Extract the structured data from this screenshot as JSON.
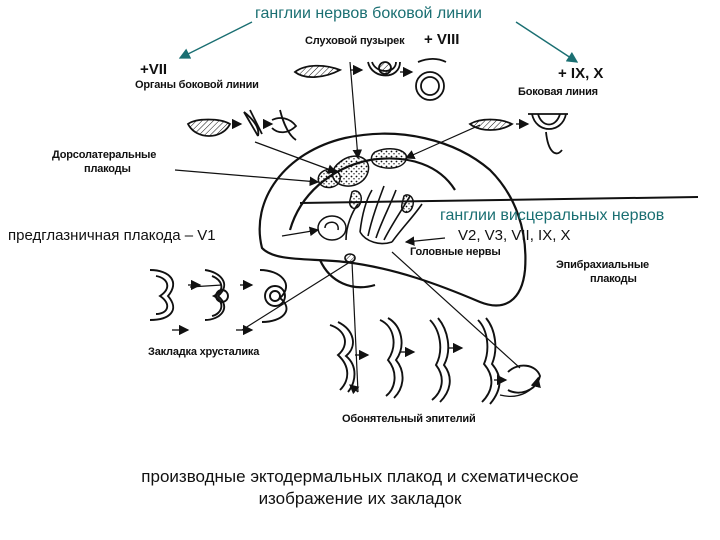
{
  "labels": {
    "top_annotation": "ганглии нервов боковой линии",
    "otic_vesicle": "Слуховой пузырек",
    "viii": "+ VIII",
    "vii": "+VII",
    "lateral_line_organs": "Органы боковой линии",
    "ix_x": "+ IX, X",
    "lateral_line": "Боковая линия",
    "dorsolateral_placodes_line1": "Дорсолатеральные",
    "dorsolateral_placodes_line2": "плакоды",
    "preocular_placode": "предглазничная плакода – V1",
    "visceral_ganglia_line1": "ганглии висцеральных нервов",
    "visceral_ganglia_line2": "V2, V3, VII, IX, X",
    "cranial_nerves": "Головные нервы",
    "epibranchial_line1": "Эпибрахиальные",
    "epibranchial_line2": "плакоды",
    "lens_placode": "Закладка хрусталика",
    "olfactory_epithelium": "Обонятельный эпителий"
  },
  "caption": {
    "line1": "производные эктодермальных плакод и схематическое",
    "line2": "изображение их закладок"
  },
  "colors": {
    "annotation": "#1a6f72",
    "ink": "#111111"
  }
}
